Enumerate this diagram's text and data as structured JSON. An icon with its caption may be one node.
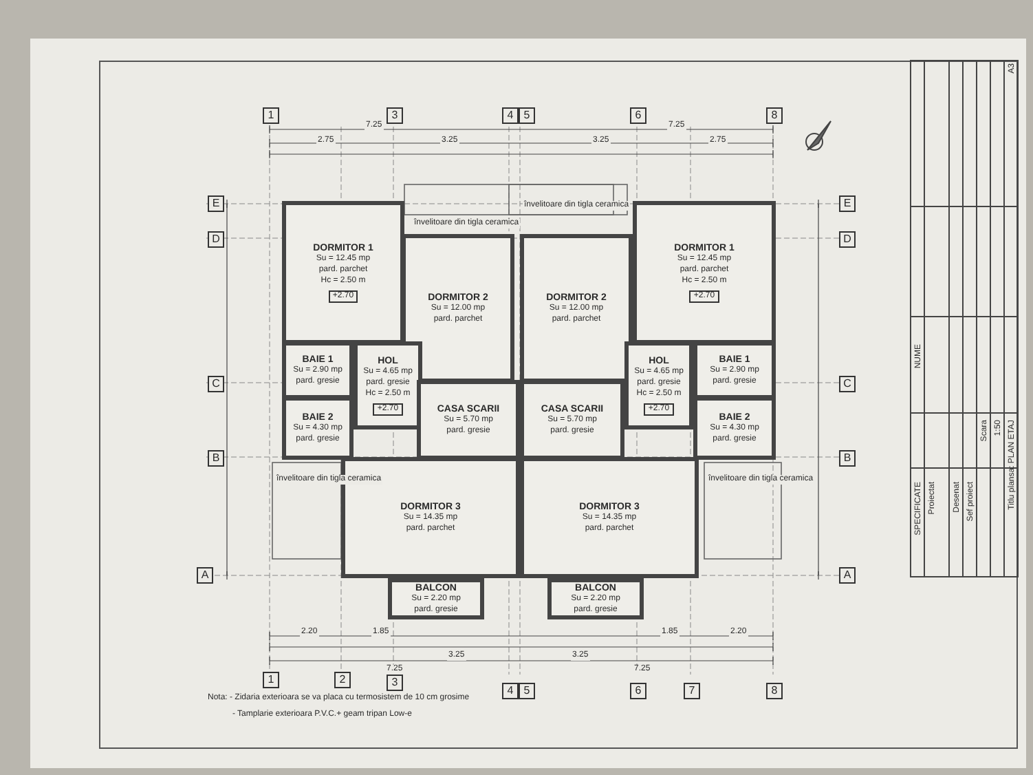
{
  "diagram": {
    "nodes": [
      {
        "text": [
          "DORMITOR 1",
          "Su = 12.45 mp",
          "pard. parchet",
          "Hc = 2.50 m",
          "+2.70"
        ]
      },
      {
        "text": [
          "DORMITOR 2",
          "Su = 12.00 mp",
          "pard. parchet"
        ]
      },
      {
        "text": [
          "DORMITOR 2",
          "Su = 12.00 mp",
          "pard. parchet"
        ]
      },
      {
        "text": [
          "DORMITOR 1",
          "Su = 12.45 mp",
          "pard. parchet",
          "Hc = 2.50 m",
          "+2.70"
        ]
      },
      {
        "text": [
          "BAIE 1",
          "Su = 2.90 mp",
          "pard. gresie"
        ]
      },
      {
        "text": [
          "HOL",
          "Su = 4.65 mp",
          "pard. gresie",
          "Hc = 2.50 m",
          "+2.70"
        ]
      },
      {
        "text": [
          "HOL",
          "Su = 4.65 mp",
          "pard. gresie",
          "Hc = 2.50 m",
          "+2.70"
        ]
      },
      {
        "text": [
          "BAIE 1",
          "Su = 2.90 mp",
          "pard. gresie"
        ]
      },
      {
        "text": [
          "BAIE 2",
          "Su = 4.30 mp",
          "pard. gresie"
        ]
      },
      {
        "text": [
          "CASA SCARII",
          "Su = 5.70 mp",
          "pard. gresie"
        ]
      },
      {
        "text": [
          "CASA SCARII",
          "Su = 5.70 mp",
          "pard. gresie"
        ]
      },
      {
        "text": [
          "BAIE 2",
          "Su = 4.30 mp",
          "pard. gresie"
        ]
      },
      {
        "text": [
          "DORMITOR 3",
          "Su = 14.35 mp",
          "pard. parchet"
        ]
      },
      {
        "text": [
          "DORMITOR 3",
          "Su = 14.35 mp",
          "pard. parchet"
        ]
      },
      {
        "text": [
          "BALCON",
          "Su = 2.20 mp",
          "pard. gresie"
        ]
      },
      {
        "text": [
          "BALCON",
          "Su = 2.20 mp",
          "pard. gresie"
        ]
      }
    ],
    "labels": [
      "1",
      "3",
      "4",
      "5",
      "6",
      "8",
      "7.25",
      "7.25",
      "2.75",
      "3.25",
      "3.25",
      "2.75",
      "E",
      "E",
      "D",
      "D",
      "C",
      "C",
      "B",
      "B",
      "A",
      "A",
      "învelitoare din tigla ceramica",
      "învelitoare din tigla ceramica",
      "învelitoare din tigla ceramica",
      "învelitoare din tigla ceramica",
      "2.20",
      "1.85",
      "3.25",
      "3.25",
      "1.85",
      "2.20",
      "7.25",
      "7.25",
      "1",
      "2",
      "3",
      "4",
      "5",
      "6",
      "7",
      "8",
      "Nota: - Zidaria exterioara se va placa cu termosistem de 10 cm grosime",
      "- Tamplarie exterioara P.V.C.+ geam tripan Low-e",
      "SPECIFICATE",
      "NUME",
      "Proiectat",
      "Desenat",
      "Sef proiect",
      "Scara",
      "1:50",
      "Titlu plansa: PLAN ETAJ",
      "A3"
    ]
  }
}
